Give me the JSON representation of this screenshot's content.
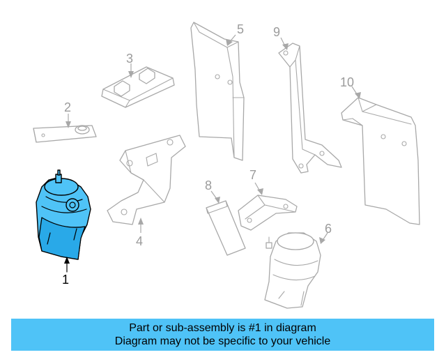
{
  "diagram": {
    "callouts": [
      "1",
      "2",
      "3",
      "4",
      "5",
      "6",
      "7",
      "8",
      "9",
      "10"
    ],
    "highlight_color": "#4fc3f7",
    "highlighted_part": "1"
  },
  "banner": {
    "line1": "Part or sub-assembly is #1 in diagram",
    "line2": "Diagram may not be specific to your vehicle",
    "color": "#4fc3f7"
  }
}
